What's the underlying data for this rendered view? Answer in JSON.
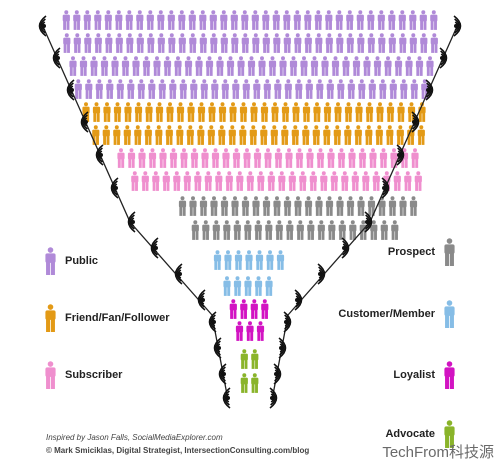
{
  "segments": [
    {
      "key": "public",
      "label": "Public",
      "color": "#b08ad8"
    },
    {
      "key": "friend",
      "label": "Friend/Fan/Follower",
      "color": "#e39a16"
    },
    {
      "key": "subscriber",
      "label": "Subscriber",
      "color": "#ef8fce"
    },
    {
      "key": "prospect",
      "label": "Prospect",
      "color": "#8a8a8a"
    },
    {
      "key": "customer",
      "label": "Customer/Member",
      "color": "#86bde6"
    },
    {
      "key": "loyalist",
      "label": "Loyalist",
      "color": "#d214c2"
    },
    {
      "key": "advocate",
      "label": "Advocate",
      "color": "#8ab42a"
    }
  ],
  "credits": {
    "inspired": "Inspired by Jason Falls, SocialMediaExplorer.com",
    "copyright": "© Mark Smiciklas, Digital Strategist, IntersectionConsulting.com/blog"
  },
  "watermark": "TechFrom科技源"
}
